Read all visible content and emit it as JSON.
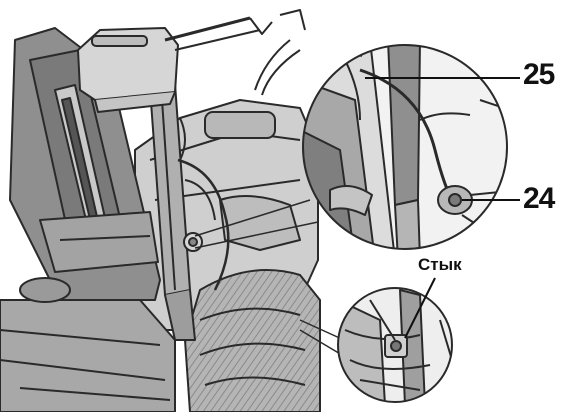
{
  "callouts": {
    "label_25": "25",
    "label_24": "24",
    "label_joint": "Стык"
  },
  "colors": {
    "line": "#2a2a2a",
    "shade_dark": "#9a9a9a",
    "shade_mid": "#c4c4c4",
    "shade_light": "#e2e2e2",
    "background": "#ffffff"
  }
}
